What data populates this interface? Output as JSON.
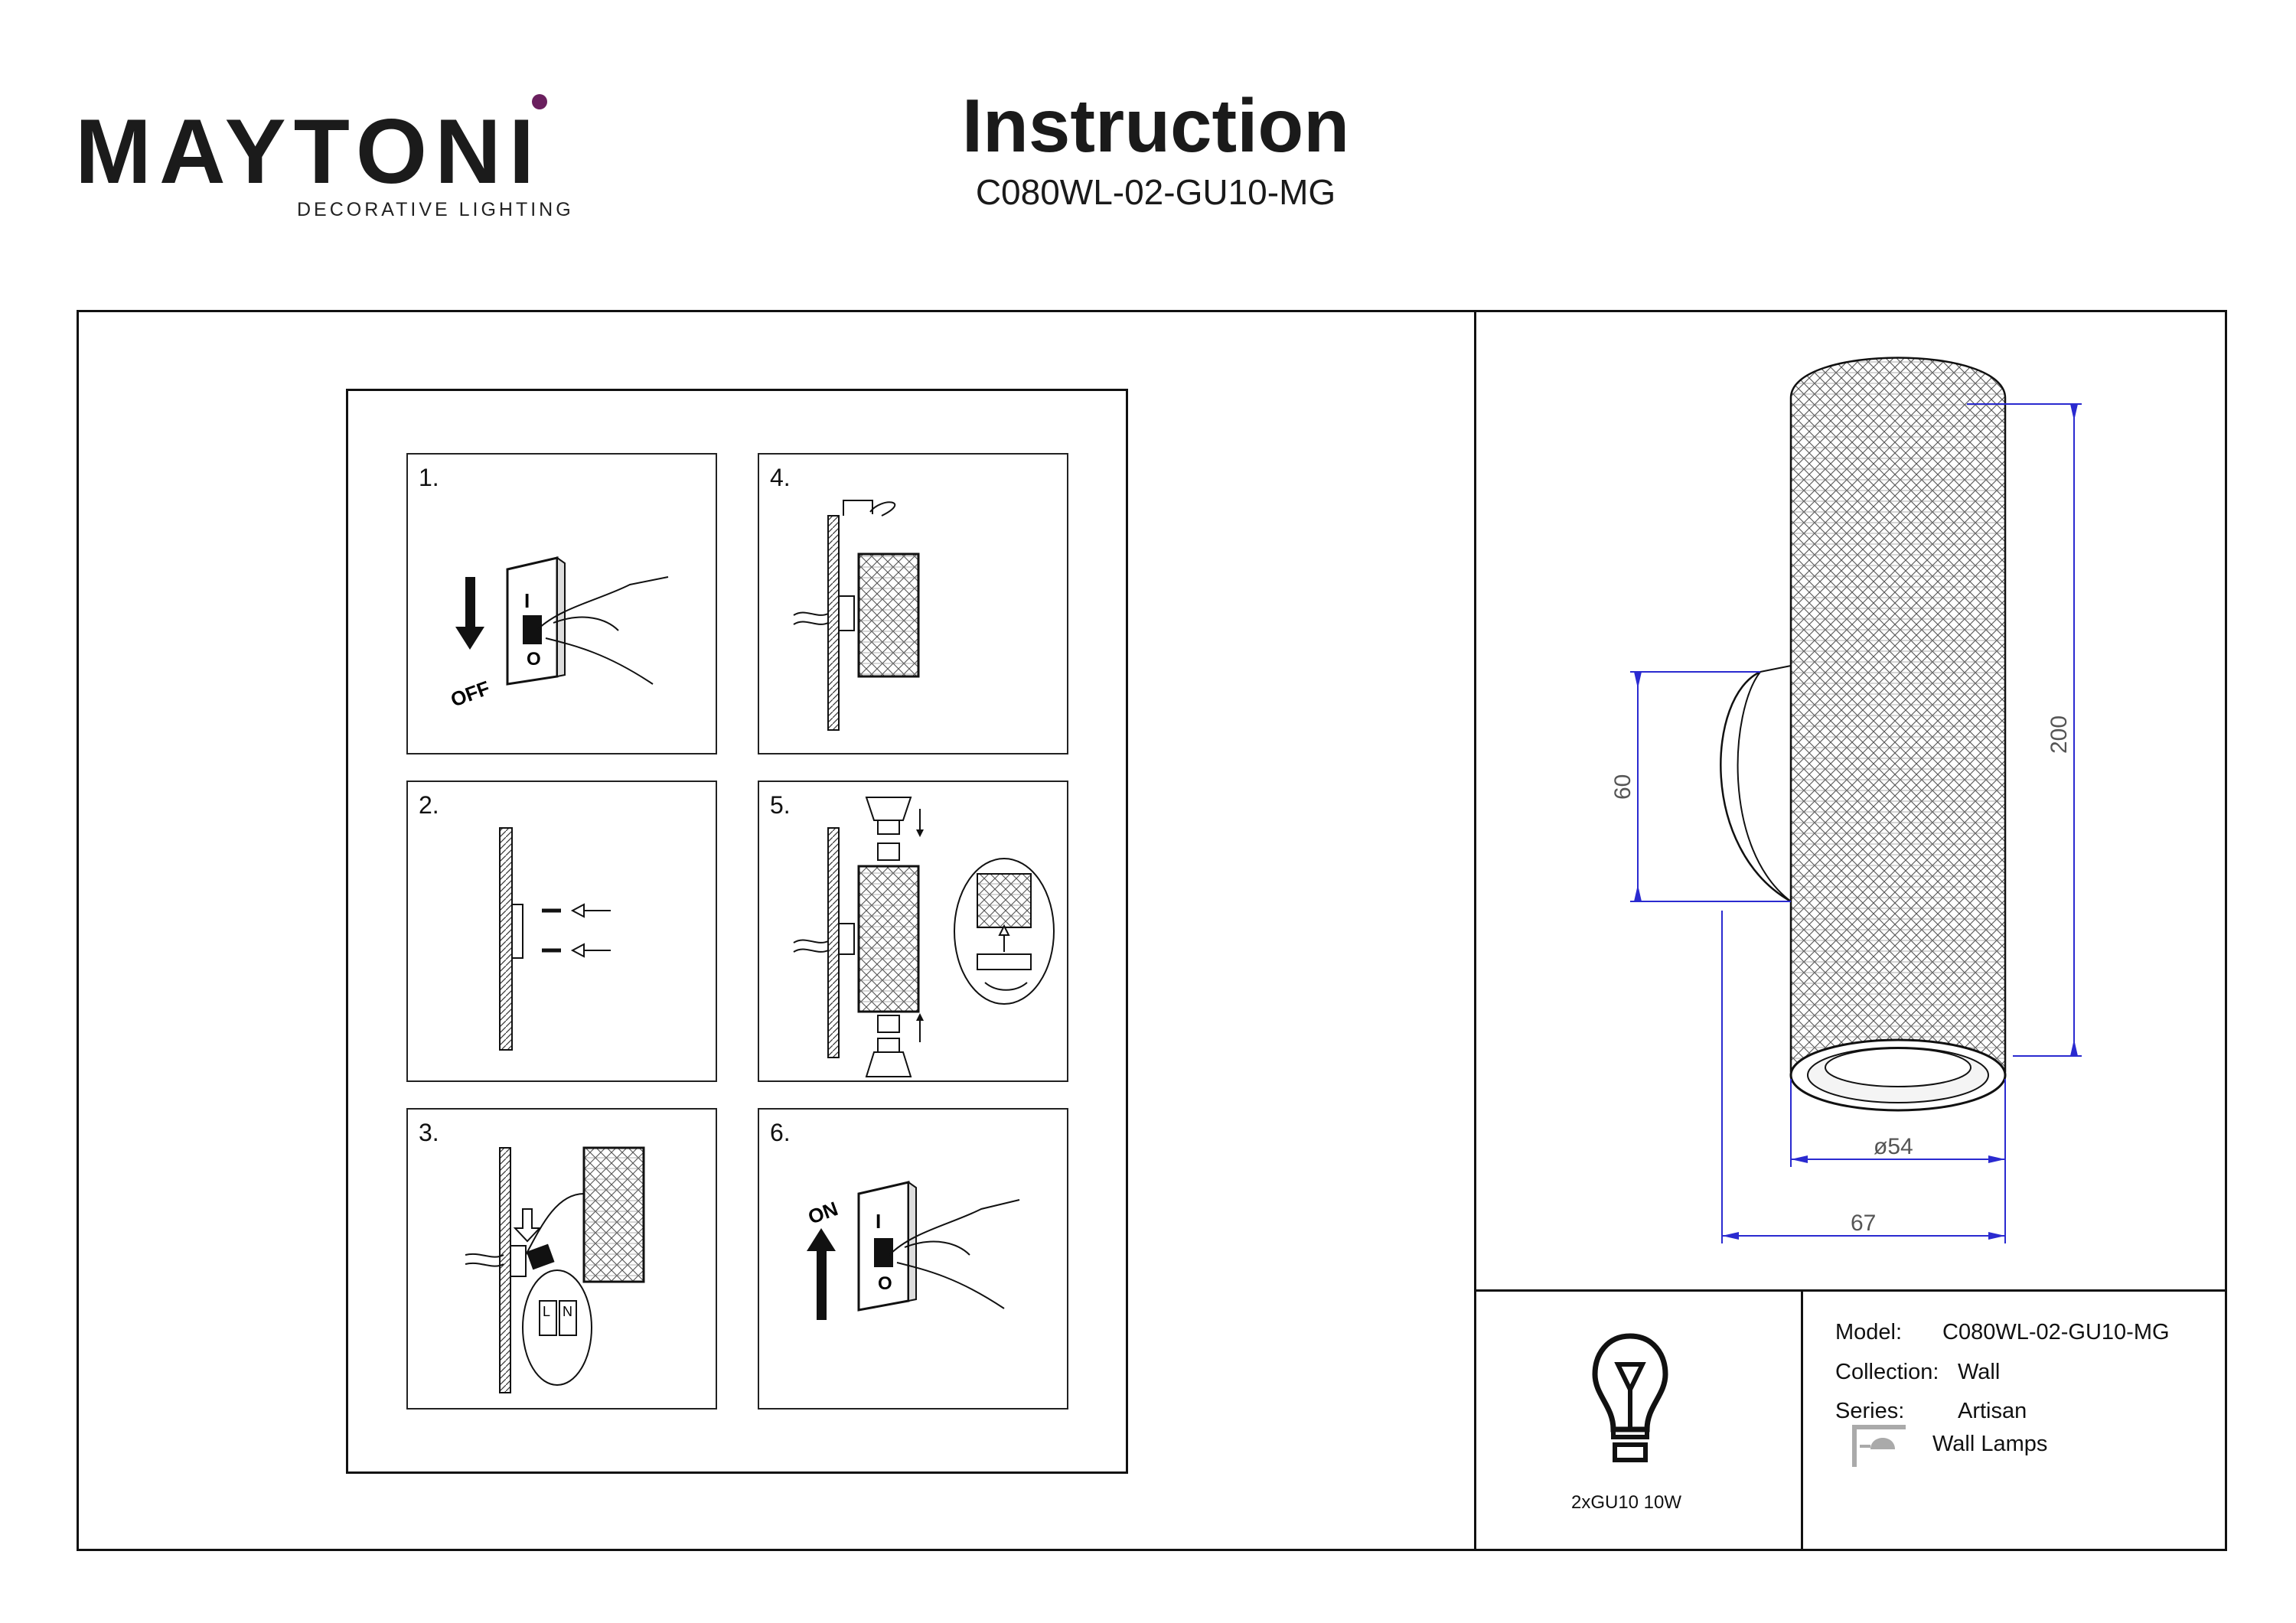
{
  "brand": {
    "name": "MAYTONI",
    "tagline": "DECORATIVE LIGHTING",
    "accent_color": "#6a1f5e"
  },
  "header": {
    "title": "Instruction",
    "model": "C080WL-02-GU10-MG"
  },
  "steps": [
    {
      "number": "1.",
      "icon": "switch-off-icon",
      "caption": "OFF"
    },
    {
      "number": "2.",
      "icon": "drill-bracket-icon"
    },
    {
      "number": "3.",
      "icon": "wiring-icon",
      "terminals": [
        "L",
        "N"
      ]
    },
    {
      "number": "4.",
      "icon": "mount-screw-icon"
    },
    {
      "number": "5.",
      "icon": "insert-bulb-icon"
    },
    {
      "number": "6.",
      "icon": "switch-on-icon",
      "caption": "ON"
    }
  ],
  "switch_marks": {
    "on_mark": "I",
    "off_mark": "O"
  },
  "dimensions": {
    "height": "200",
    "mount": "60",
    "diameter": "ø54",
    "depth": "67",
    "line_color": "#2a2ad0"
  },
  "bulb": {
    "icon": "bulb-icon",
    "spec": "2xGU10 10W"
  },
  "info": {
    "model_label": "Model:",
    "model_value": "C080WL-02-GU10-MG",
    "collection_label": "Collection:",
    "collection_value": "Wall",
    "series_label": "Series:",
    "series_value": "Artisan",
    "category_icon": "wall-lamp-icon",
    "category_value": "Wall Lamps"
  }
}
